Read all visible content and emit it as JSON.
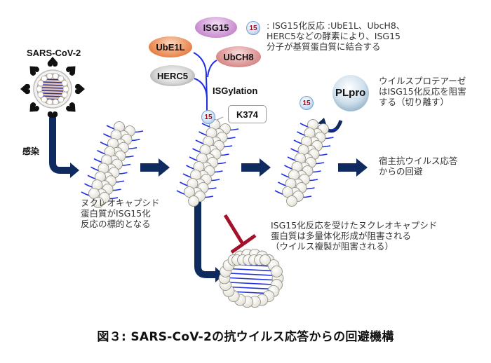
{
  "virus": {
    "label": "SARS-CoV-2"
  },
  "infection_label": "感染",
  "enzymes": {
    "isg15": {
      "label": "ISG15",
      "color": "#c98ccf"
    },
    "ube1l": {
      "label": "UbE1L",
      "color": "#e8844a"
    },
    "ubch8": {
      "label": "UbCH8",
      "color": "#d98a8a"
    },
    "herc5": {
      "label": "HERC5",
      "color": "#9a9a9a"
    }
  },
  "isgylation_label": "ISGylation",
  "isg15_badge": "15",
  "k374_label": "K374",
  "legend": {
    "badge": "15",
    "lines": [
      ": ISG15化反応 :UbE1L、UbcH8、",
      "HERC5などの酵素により、ISG15",
      "分子が基質蛋白質に結合する"
    ]
  },
  "plpro": {
    "label": "PLpro",
    "description": [
      "ウイルスプロテアーゼ",
      "はISG15化反応を阻害",
      "する（切り離す）"
    ]
  },
  "nucleocapsid_target": [
    "ヌクレオキャプシド",
    "蛋白質がISG15化",
    "反応の標的となる"
  ],
  "evasion": [
    "宿主抗ウイルス応答",
    "からの回避"
  ],
  "inhibition": [
    "ISG15化反応を受けたヌクレオキャプシド",
    "蛋白質は多量体化形成が阻害される",
    "（ウイルス複製が阻害される）"
  ],
  "caption": "図３: SARS-CoV-2の抗ウイルス応答からの回避機構",
  "colors": {
    "arrow": "#0e2a5e",
    "helix": "#1f2fe0",
    "inhibit": "#a3122a",
    "bead_fill": "#f4f2ea",
    "bead_stroke": "#8a8a80"
  }
}
